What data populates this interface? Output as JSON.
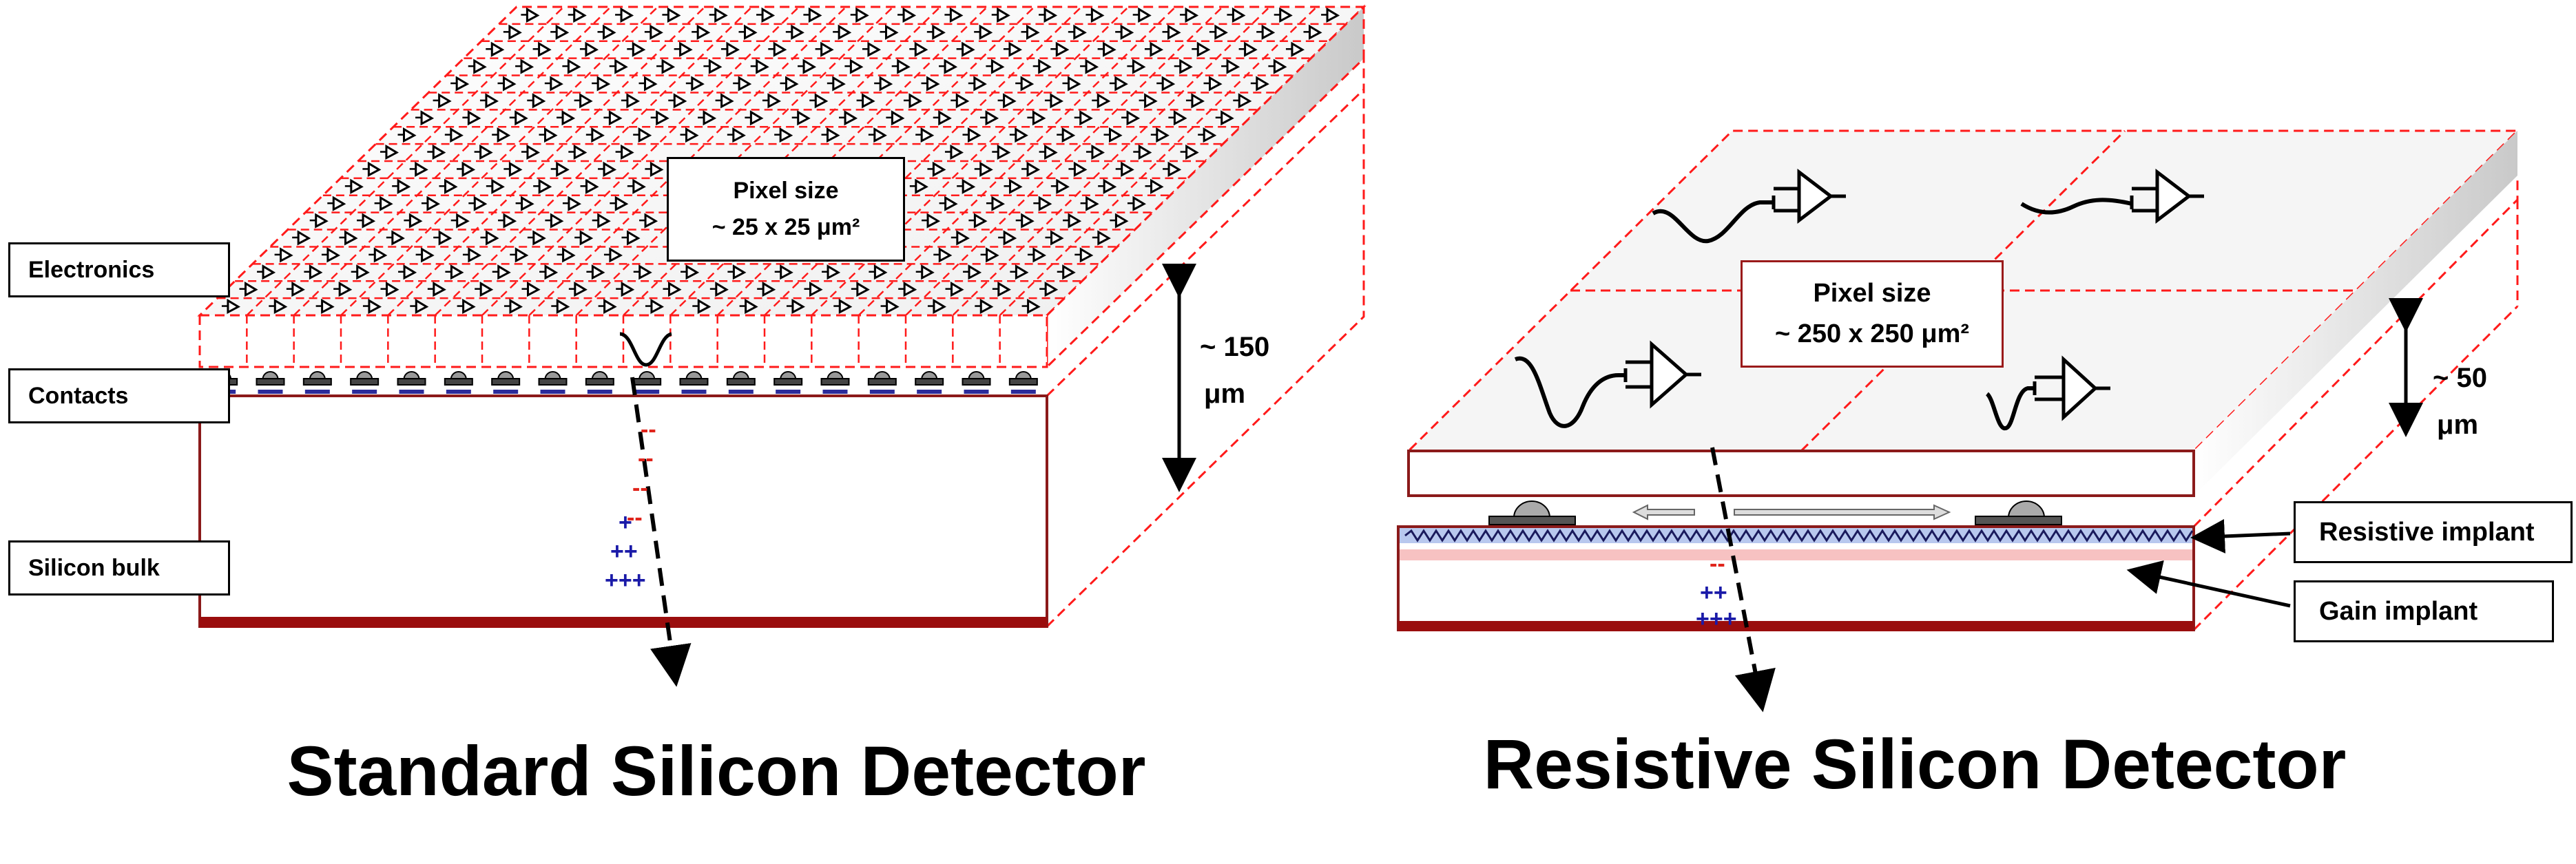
{
  "std": {
    "title": "Standard Silicon Detector",
    "pixel_box": {
      "line1": "Pixel size",
      "line2": "~ 25 x 25 μm²"
    },
    "thickness": {
      "value": "~ 150",
      "unit": "μm"
    },
    "layer_labels": {
      "electronics": "Electronics",
      "contacts": "Contacts",
      "bulk": "Silicon bulk"
    },
    "charges": {
      "negative": [
        "--",
        "--",
        "--",
        "--"
      ],
      "positive": [
        "+",
        "++",
        "+++"
      ]
    }
  },
  "rsd": {
    "title": "Resistive Silicon Detector",
    "pixel_box": {
      "line1": "Pixel size",
      "line2": "~ 250 x 250 μm²"
    },
    "thickness": {
      "value": "~ 50",
      "unit": "μm"
    },
    "implant_labels": {
      "resistive": "Resistive implant",
      "gain": "Gain implant"
    },
    "charges": {
      "negative": [
        "--"
      ],
      "positive": [
        "++",
        "+++"
      ]
    }
  },
  "colors": {
    "dashed_outline": "#ff1a1a",
    "slab_outline": "#8b1a1a",
    "backplane": "#9a0d0d",
    "charge_negative": "#e0241b",
    "charge_positive": "#1a1aa8",
    "resistive_layer": "#b8c8ee",
    "gain_layer": "#f7c2c2"
  },
  "icons": {
    "amplifier": "amplifier-triangle-icon",
    "signal": "signal-pulse-icon",
    "bump": "bump-bond-icon",
    "resistor": "resistor-zigzag-icon",
    "track": "particle-track-arrow-icon"
  }
}
